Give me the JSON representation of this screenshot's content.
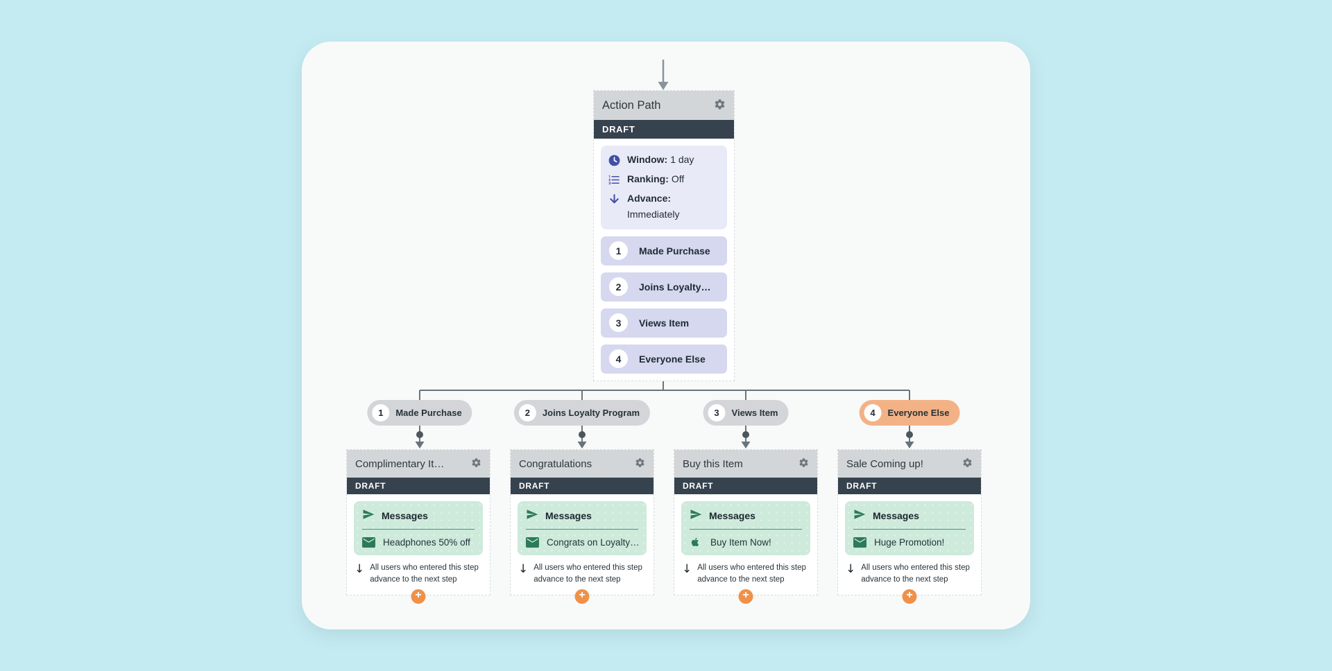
{
  "colors": {
    "background": "#c5ebf2",
    "panel": "#f8faf9",
    "node_header_gray": "#d3d6d8",
    "draft_bar": "#36424e",
    "settings_lavender": "#e9eaf7",
    "audience_lavender": "#d5d8ee",
    "pill_gray": "#d3d5d8",
    "pill_highlight_orange": "#f3b286",
    "messages_green": "#cdeadb",
    "icon_green": "#2c7a58",
    "icon_indigo": "#4050a5",
    "accent_orange": "#ef9149",
    "connector_gray": "#68747c"
  },
  "action_path": {
    "title": "Action Path",
    "status": "DRAFT",
    "gear_icon": "gear-icon",
    "settings": [
      {
        "icon": "clock-icon",
        "label": "Window:",
        "value": "1 day"
      },
      {
        "icon": "ranking-icon",
        "label": "Ranking:",
        "value": "Off"
      },
      {
        "icon": "advance-arrow-icon",
        "label": "Advance:",
        "value": "Immediately"
      }
    ],
    "audiences": [
      {
        "number": "1",
        "label": "Made Purchase"
      },
      {
        "number": "2",
        "label": "Joins Loyalty…"
      },
      {
        "number": "3",
        "label": "Views Item"
      },
      {
        "number": "4",
        "label": "Everyone Else"
      }
    ]
  },
  "branches": [
    {
      "number": "1",
      "label": "Made Purchase",
      "highlighted": false
    },
    {
      "number": "2",
      "label": "Joins Loyalty Program",
      "highlighted": false
    },
    {
      "number": "3",
      "label": "Views Item",
      "highlighted": false
    },
    {
      "number": "4",
      "label": "Everyone Else",
      "highlighted": true
    }
  ],
  "cards": [
    {
      "title": "Complimentary It…",
      "status": "DRAFT",
      "section_title": "Messages",
      "message": {
        "icon": "envelope-icon",
        "title": "Headphones 50% off"
      },
      "note": "All users who entered this step advance to the next step",
      "add_label": "+"
    },
    {
      "title": "Congratulations",
      "status": "DRAFT",
      "section_title": "Messages",
      "message": {
        "icon": "envelope-icon",
        "title": "Congrats on Loyalty…"
      },
      "note": "All users who entered this step advance to the next step",
      "add_label": "+"
    },
    {
      "title": "Buy this Item",
      "status": "DRAFT",
      "section_title": "Messages",
      "message": {
        "icon": "apple-icon",
        "title": "Buy Item Now!"
      },
      "note": "All users who entered this step advance to the next step",
      "add_label": "+"
    },
    {
      "title": "Sale Coming up!",
      "status": "DRAFT",
      "section_title": "Messages",
      "message": {
        "icon": "envelope-icon",
        "title": "Huge Promotion!"
      },
      "note": "All users who entered this step advance to the next step",
      "add_label": "+"
    }
  ]
}
